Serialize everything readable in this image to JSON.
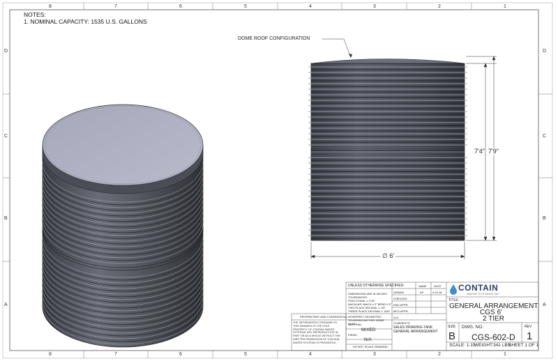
{
  "zones": {
    "top": [
      "8",
      "7",
      "6",
      "5",
      "4",
      "3",
      "2",
      "1"
    ],
    "bottom": [
      "8",
      "7",
      "6",
      "5",
      "4",
      "3",
      "2",
      "1"
    ],
    "left": [
      "D",
      "C",
      "B",
      "A"
    ],
    "right": [
      "D",
      "C",
      "B",
      "A"
    ]
  },
  "notes": {
    "title": "NOTES:",
    "line1": "1. NOMINAL CAPACITY: 1535 U.S. GALLONS"
  },
  "callout": "DOME ROOF CONFIGURATION",
  "dimensions": {
    "height_inner": "7'4\"",
    "height_outer": "7'9\"",
    "diameter": "∅ 6'"
  },
  "title_block": {
    "unless_specified": "UNLESS OTHERWISE SPECIFIED:",
    "name_header": "NAME",
    "date_header": "DATE",
    "tolerance_lines": [
      "DIMENSIONS ARE IN INCHES",
      "TOLERANCES:",
      "FRACTIONAL ± 1/16\"",
      "ANGULAR: MACH ± 2° BEND ± 5°",
      "TWO PLACE DECIMAL  ± .03\"",
      "THREE PLACE DECIMAL  ± .005\""
    ],
    "drawn_label": "DRAWN",
    "drawn_name": "AP",
    "drawn_date": "9.24.18",
    "checked_label": "CHECKED",
    "eng_appr": "ENG APPR.",
    "mfg_appr": "MFG APPR.",
    "interpret": "INTERPRET GEOMETRIC TOLERANCING PER: ASME Y14.5",
    "qa": "Q.A.",
    "comments_label": "COMMENTS:",
    "comments_1": "SALES DRAWING-TANK",
    "comments_2": "GENERAL ARRANGEMENT",
    "material_label": "MATERIAL",
    "material_value": "MIXED",
    "finish_label": "FINISH",
    "finish_value": "N/A",
    "do_not_scale": "DO NOT SCALE DRAWING",
    "proprietary_title": "PROPRIETARY AND CONFIDENTIAL",
    "proprietary_text": "THE INFORMATION CONTAINED IN THIS DRAWING IS THE SOLE PROPERTY OF CONTAIN WATER SYSTEMS. ANY REPRODUCTION IN PART OR AS A WHOLE WITHOUT THE WRITTEN PERMISSION OF CONTAIN WATER SYSTEMS IS PROHIBITED.",
    "logo_name": "CONTAIN",
    "logo_sub": "WATER SYSTEMS INC",
    "title_label": "TITLE:",
    "title_line1": "GENERAL ARRANGEMENT",
    "title_line2": "CGS 6'",
    "title_line3": "2 TIER",
    "size_label": "SIZE",
    "size_value": "B",
    "dwg_label": "DWG.  NO.",
    "dwg_value": "CGS-602-D",
    "rev_label": "REV",
    "rev_value": "1",
    "scale": "SCALE: 1:15",
    "weight": "WEIGHT:341 LBS",
    "sheet": "SHEET 1 OF 1"
  },
  "colors": {
    "tank_dark": "#3e4048",
    "tank_mid": "#5c5f69",
    "tank_light": "#8a8d98",
    "roof": "#a9abbd",
    "logo_blue": "#2a3f6a",
    "drop_blue": "#3b8fd6"
  }
}
